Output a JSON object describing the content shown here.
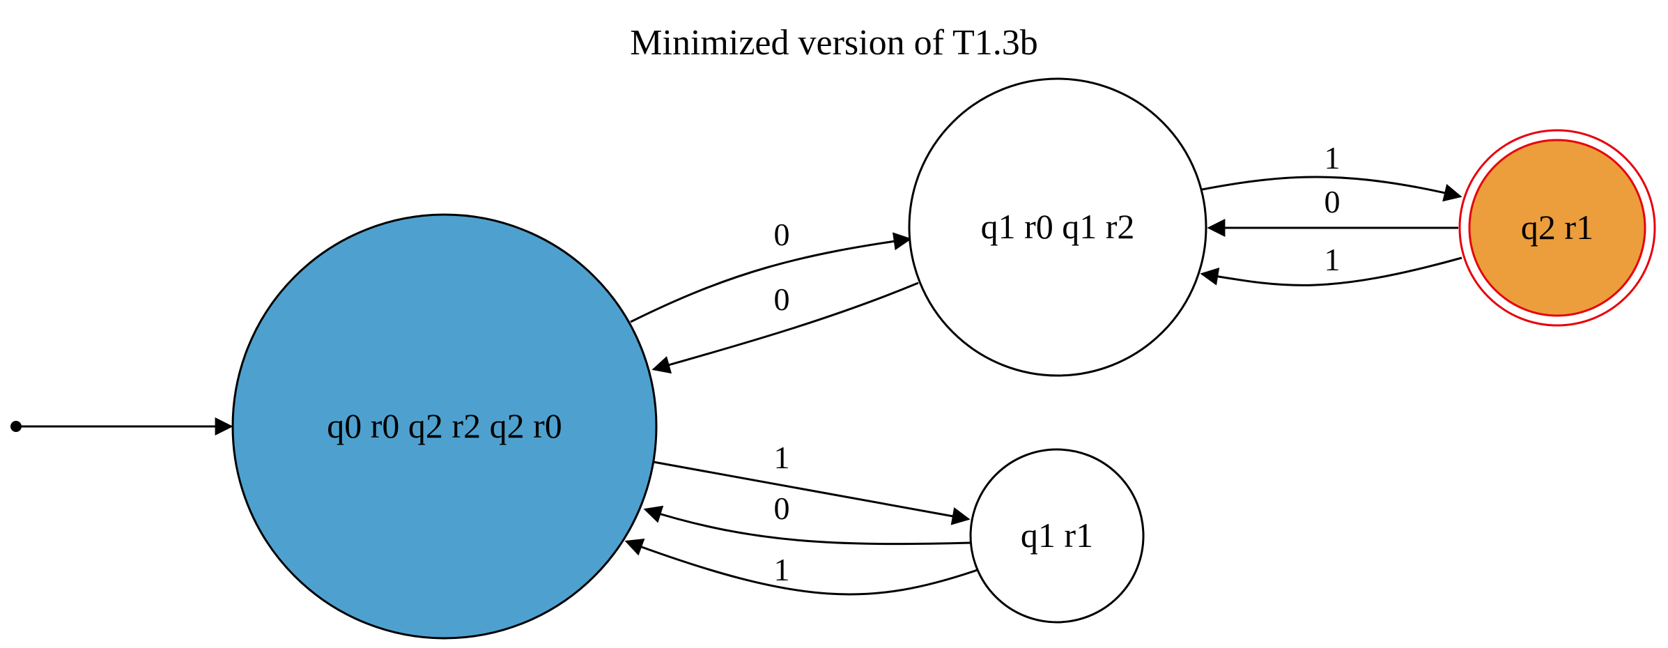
{
  "title": "Minimized version of T1.3b",
  "nodes": {
    "start": {
      "label": "q0 r0 q2 r2 q2 r0",
      "fill": "#4ea1cf",
      "stroke": "#000000",
      "initial": true,
      "accepting": false
    },
    "q1r0q1r2": {
      "label": "q1 r0 q1 r2",
      "fill": "#ffffff",
      "stroke": "#000000",
      "initial": false,
      "accepting": false
    },
    "q1r1": {
      "label": "q1 r1",
      "fill": "#ffffff",
      "stroke": "#000000",
      "initial": false,
      "accepting": false
    },
    "q2r1": {
      "label": "q2 r1",
      "fill": "#eb9e3b",
      "stroke": "#e8000b",
      "initial": false,
      "accepting": true
    }
  },
  "edges": [
    {
      "id": "start-to-q1r0q1r2",
      "from": "q0 r0 q2 r2 q2 r0",
      "to": "q1 r0 q1 r2",
      "label": "0"
    },
    {
      "id": "q1r0q1r2-to-start",
      "from": "q1 r0 q1 r2",
      "to": "q0 r0 q2 r2 q2 r0",
      "label": "0"
    },
    {
      "id": "q1r0q1r2-to-q2r1",
      "from": "q1 r0 q1 r2",
      "to": "q2 r1",
      "label": "1"
    },
    {
      "id": "q2r1-to-q1r0q1r2-zero",
      "from": "q2 r1",
      "to": "q1 r0 q1 r2",
      "label": "0"
    },
    {
      "id": "q2r1-to-q1r0q1r2-one",
      "from": "q2 r1",
      "to": "q1 r0 q1 r2",
      "label": "1"
    },
    {
      "id": "start-to-q1r1",
      "from": "q0 r0 q2 r2 q2 r0",
      "to": "q1 r1",
      "label": "1"
    },
    {
      "id": "q1r1-to-start-zero",
      "from": "q1 r1",
      "to": "q0 r0 q2 r2 q2 r0",
      "label": "0"
    },
    {
      "id": "q1r1-to-start-one",
      "from": "q1 r1",
      "to": "q0 r0 q2 r2 q2 r0",
      "label": "1"
    }
  ]
}
